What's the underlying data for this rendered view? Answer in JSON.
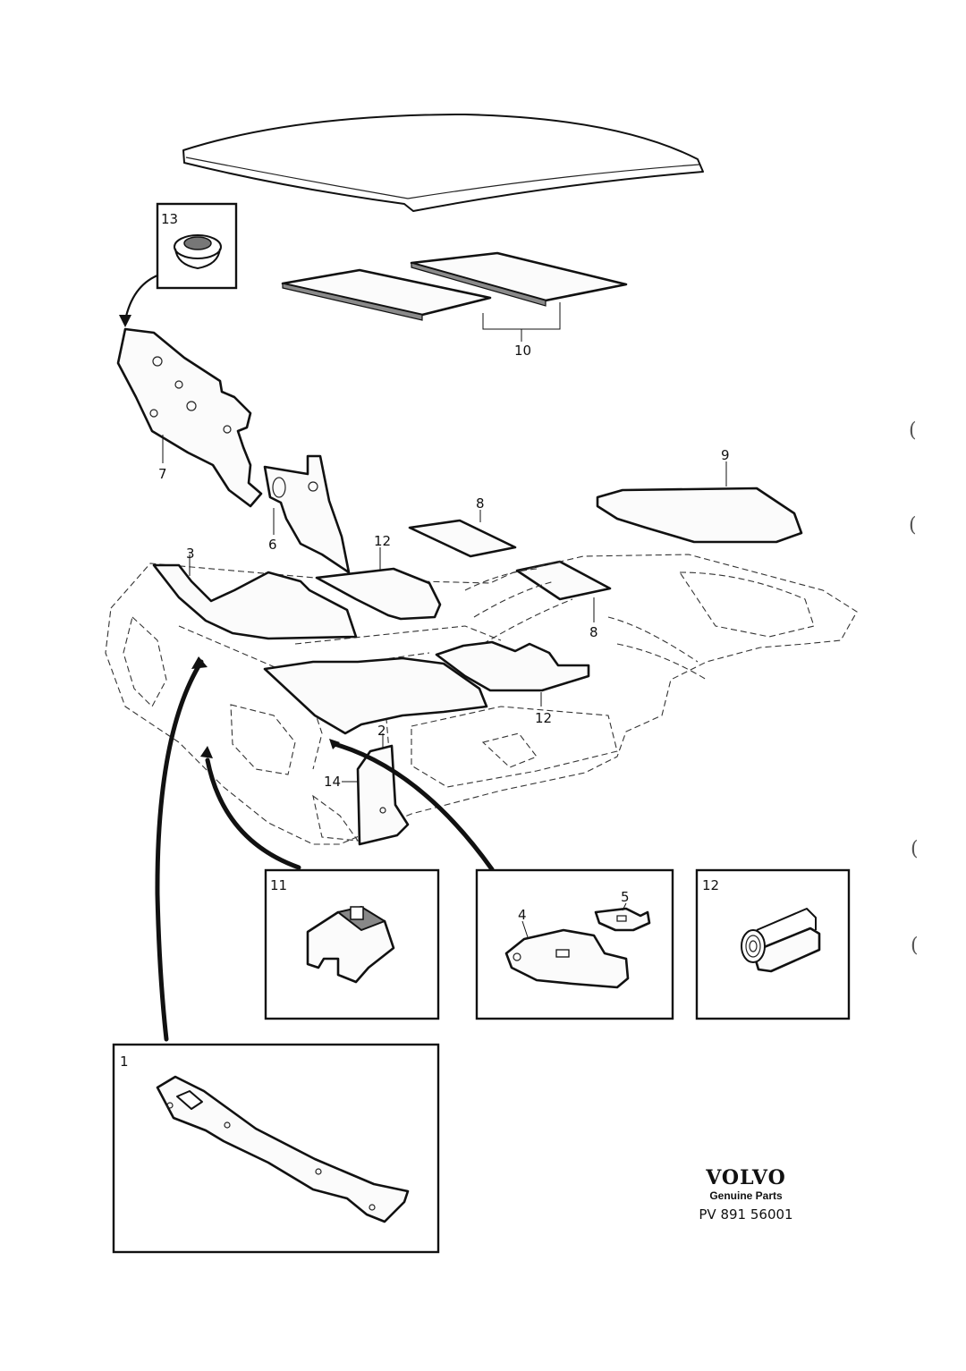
{
  "diagram": {
    "callouts": {
      "c1": "1",
      "c2": "2",
      "c3": "3",
      "c4": "4",
      "c5": "5",
      "c6": "6",
      "c7": "7",
      "c8a": "8",
      "c8b": "8",
      "c9": "9",
      "c10": "10",
      "c11": "11",
      "c12a": "12",
      "c12b": "12",
      "c12c": "12",
      "c13": "13",
      "c14": "14"
    },
    "edge_marks": [
      "(",
      "(",
      "(",
      "("
    ]
  },
  "branding": {
    "brand": "VOLVO",
    "tagline": "Genuine Parts",
    "part_number": "PV 891 56001"
  }
}
